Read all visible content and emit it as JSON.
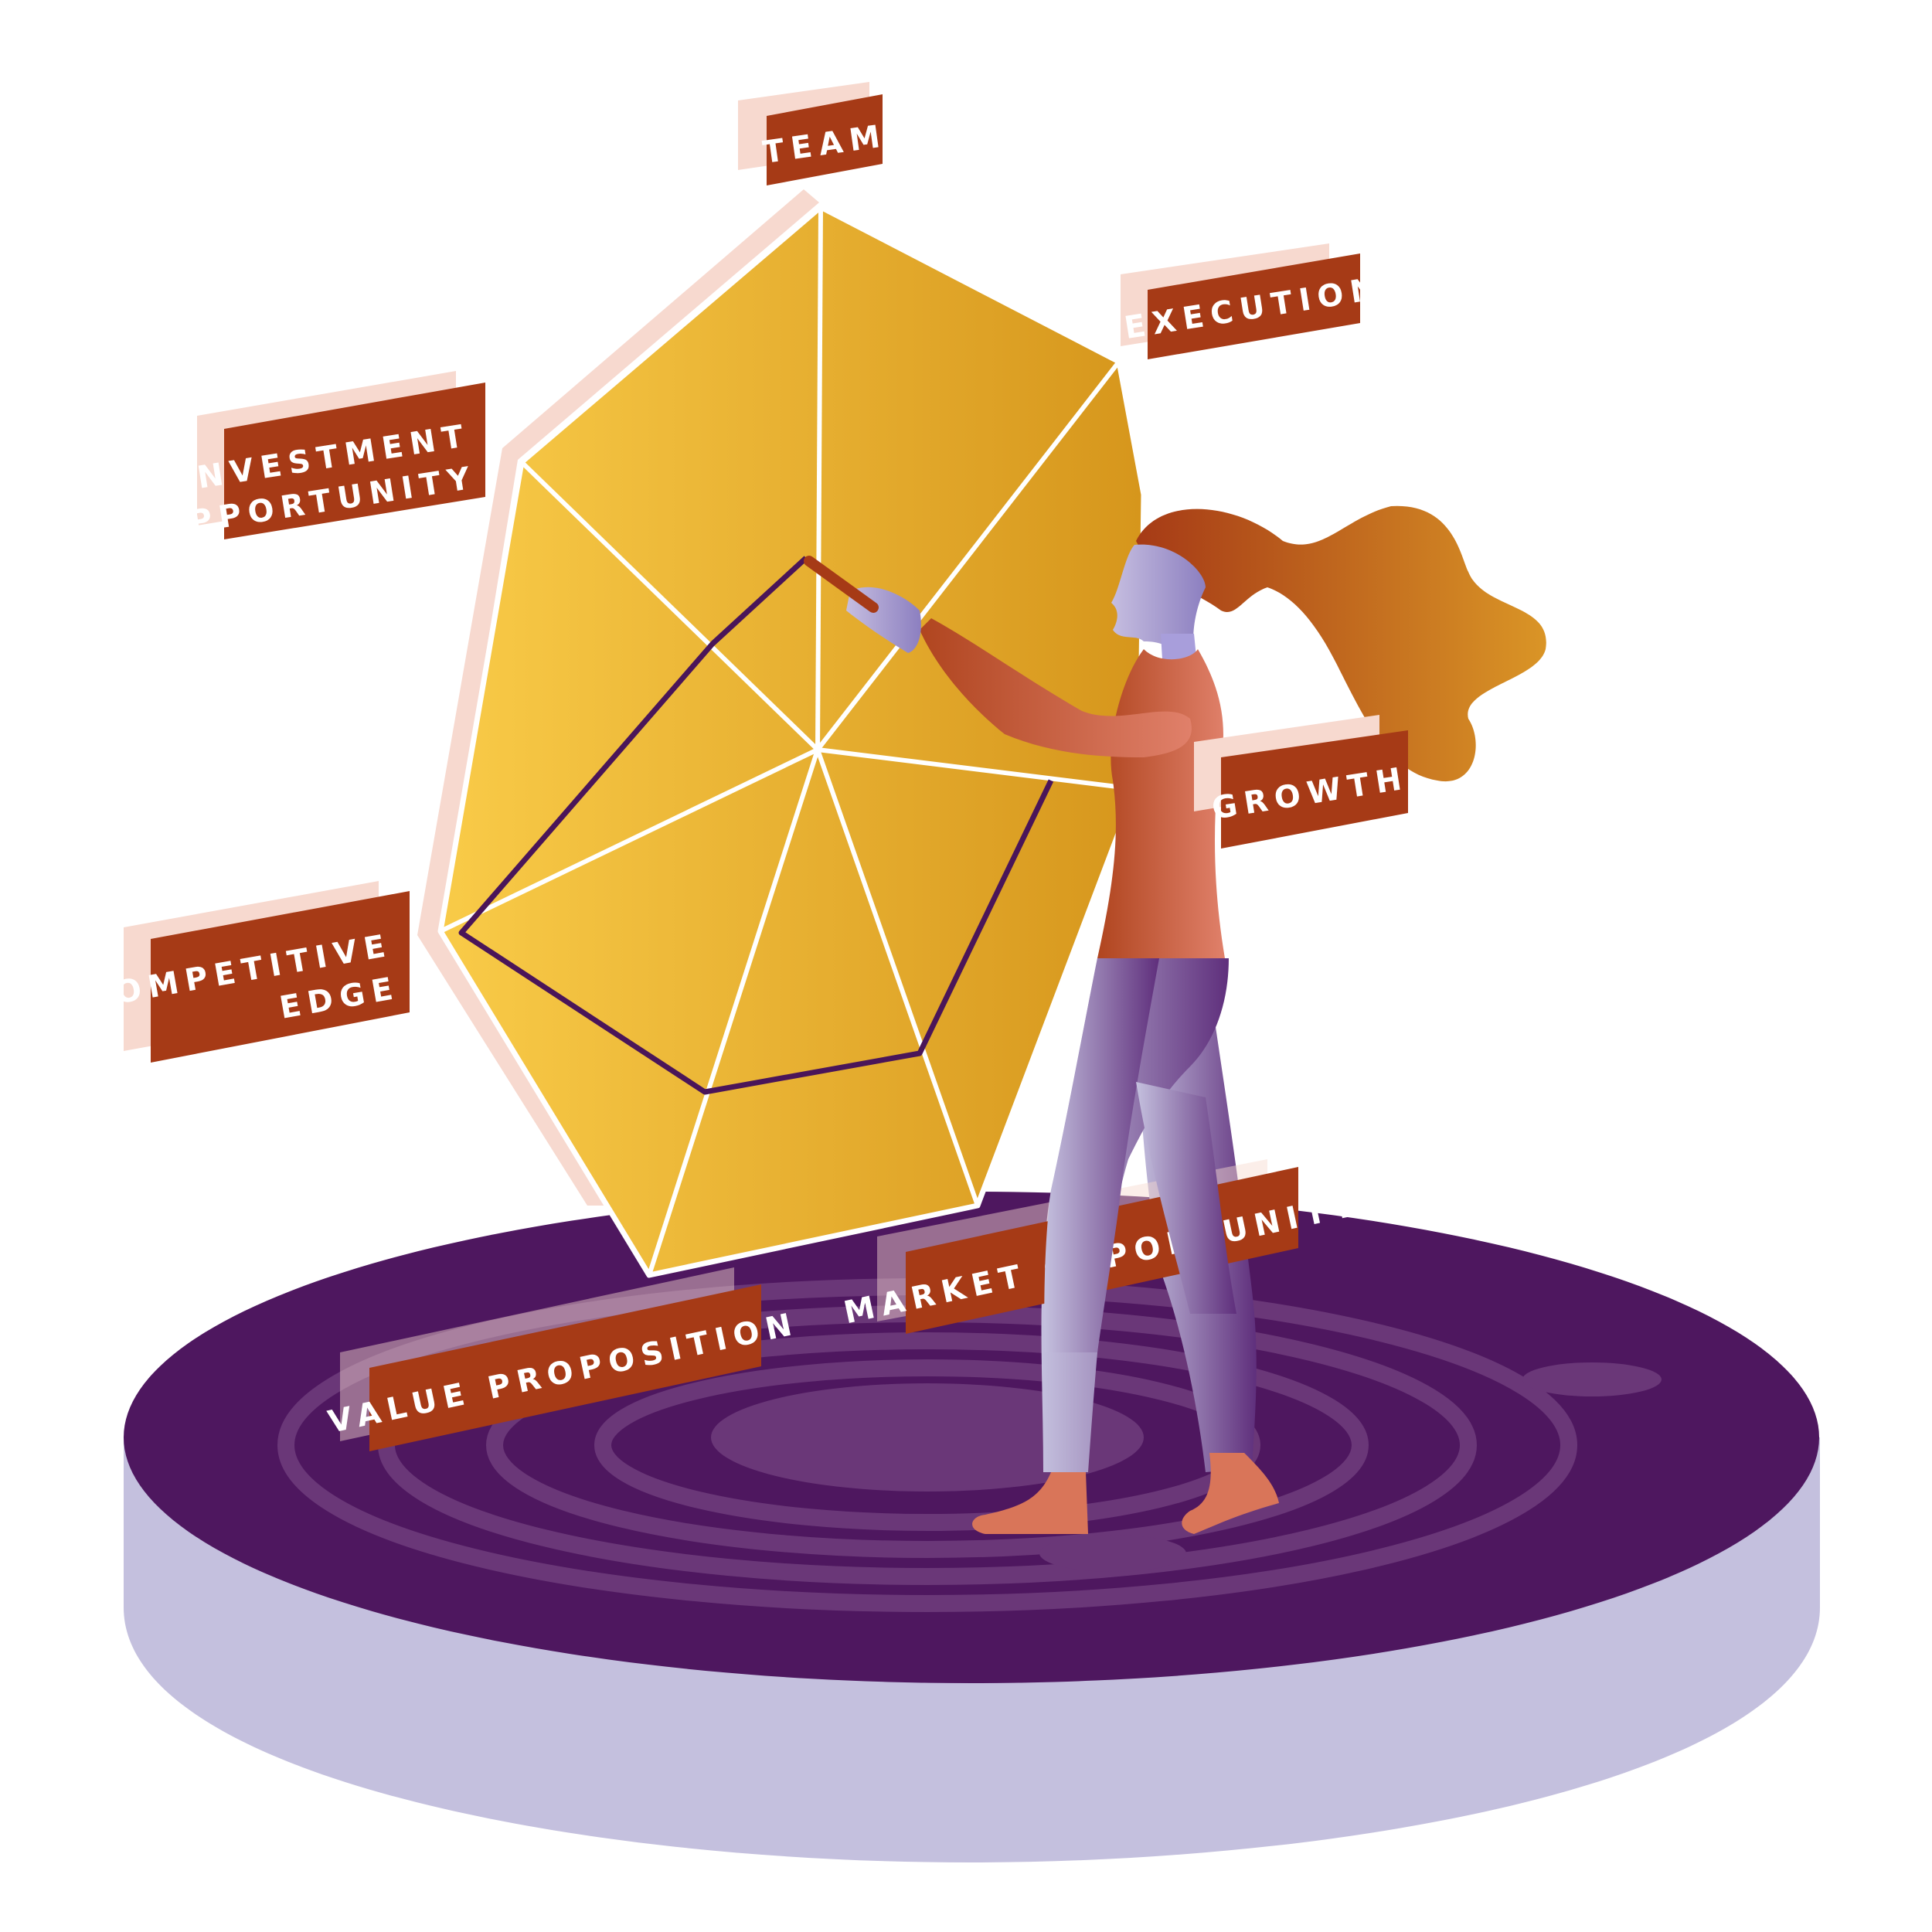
{
  "labels": {
    "team": "TEAM",
    "execution": "EXECUTION",
    "investment_line1": "INVESTMENT",
    "investment_line2": "OPPORTUNITY",
    "growth": "GROWTH",
    "competitive_line1": "COMPETITIVE",
    "competitive_line2": "EDGE",
    "market_opportunity": "MARKET OPPORTUNITY",
    "value_proposition": "VALUE PROPOSITION"
  },
  "colors": {
    "label_bg": "#A63A16",
    "label_shadow": "#F7D9CF",
    "chart_fill_light": "#F9C846",
    "chart_fill_dark": "#D99A1E",
    "platform_top": "#4E175F",
    "platform_side": "#C4C0DE",
    "rings": "#6A3778",
    "score_line": "#4A1559"
  },
  "icons": {
    "figure": "woman-drawing-icon",
    "platform": "circular-platform"
  }
}
